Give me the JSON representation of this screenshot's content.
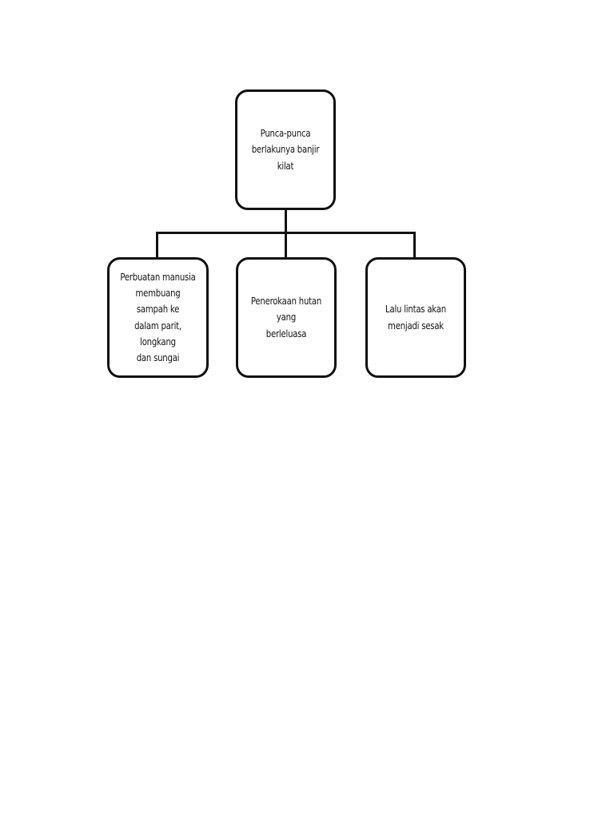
{
  "document": {
    "title": "Punca-punca berlakunya banjir kilat",
    "background_color": "#ffffff",
    "line_color": "#111111",
    "text_color": "#141414"
  },
  "diagram": {
    "type": "tree-organization-chart",
    "orientation": "top-down",
    "root": {
      "id": "root",
      "text": "Punca-punca\nberlakunya banjir kilat",
      "lines": [
        "Punca-punca",
        "berlakunya banjir kilat"
      ]
    },
    "children": [
      {
        "id": "child-0",
        "text": "Perbuatan manusia\nmembuang sampah ke\ndalam parit, longkang\ndan sungai",
        "lines": [
          "Perbuatan manusia",
          "membuang sampah ke",
          "dalam parit, longkang",
          "dan sungai"
        ]
      },
      {
        "id": "child-1",
        "text": "Penerokaan hutan yang\nberleluasa",
        "lines": [
          "Penerokaan hutan yang",
          "berleluasa"
        ]
      },
      {
        "id": "child-2",
        "text": "Lalu lintas akan\nmenjadi sesak",
        "lines": [
          "Lalu lintas akan",
          "menjadi sesak"
        ]
      }
    ]
  }
}
